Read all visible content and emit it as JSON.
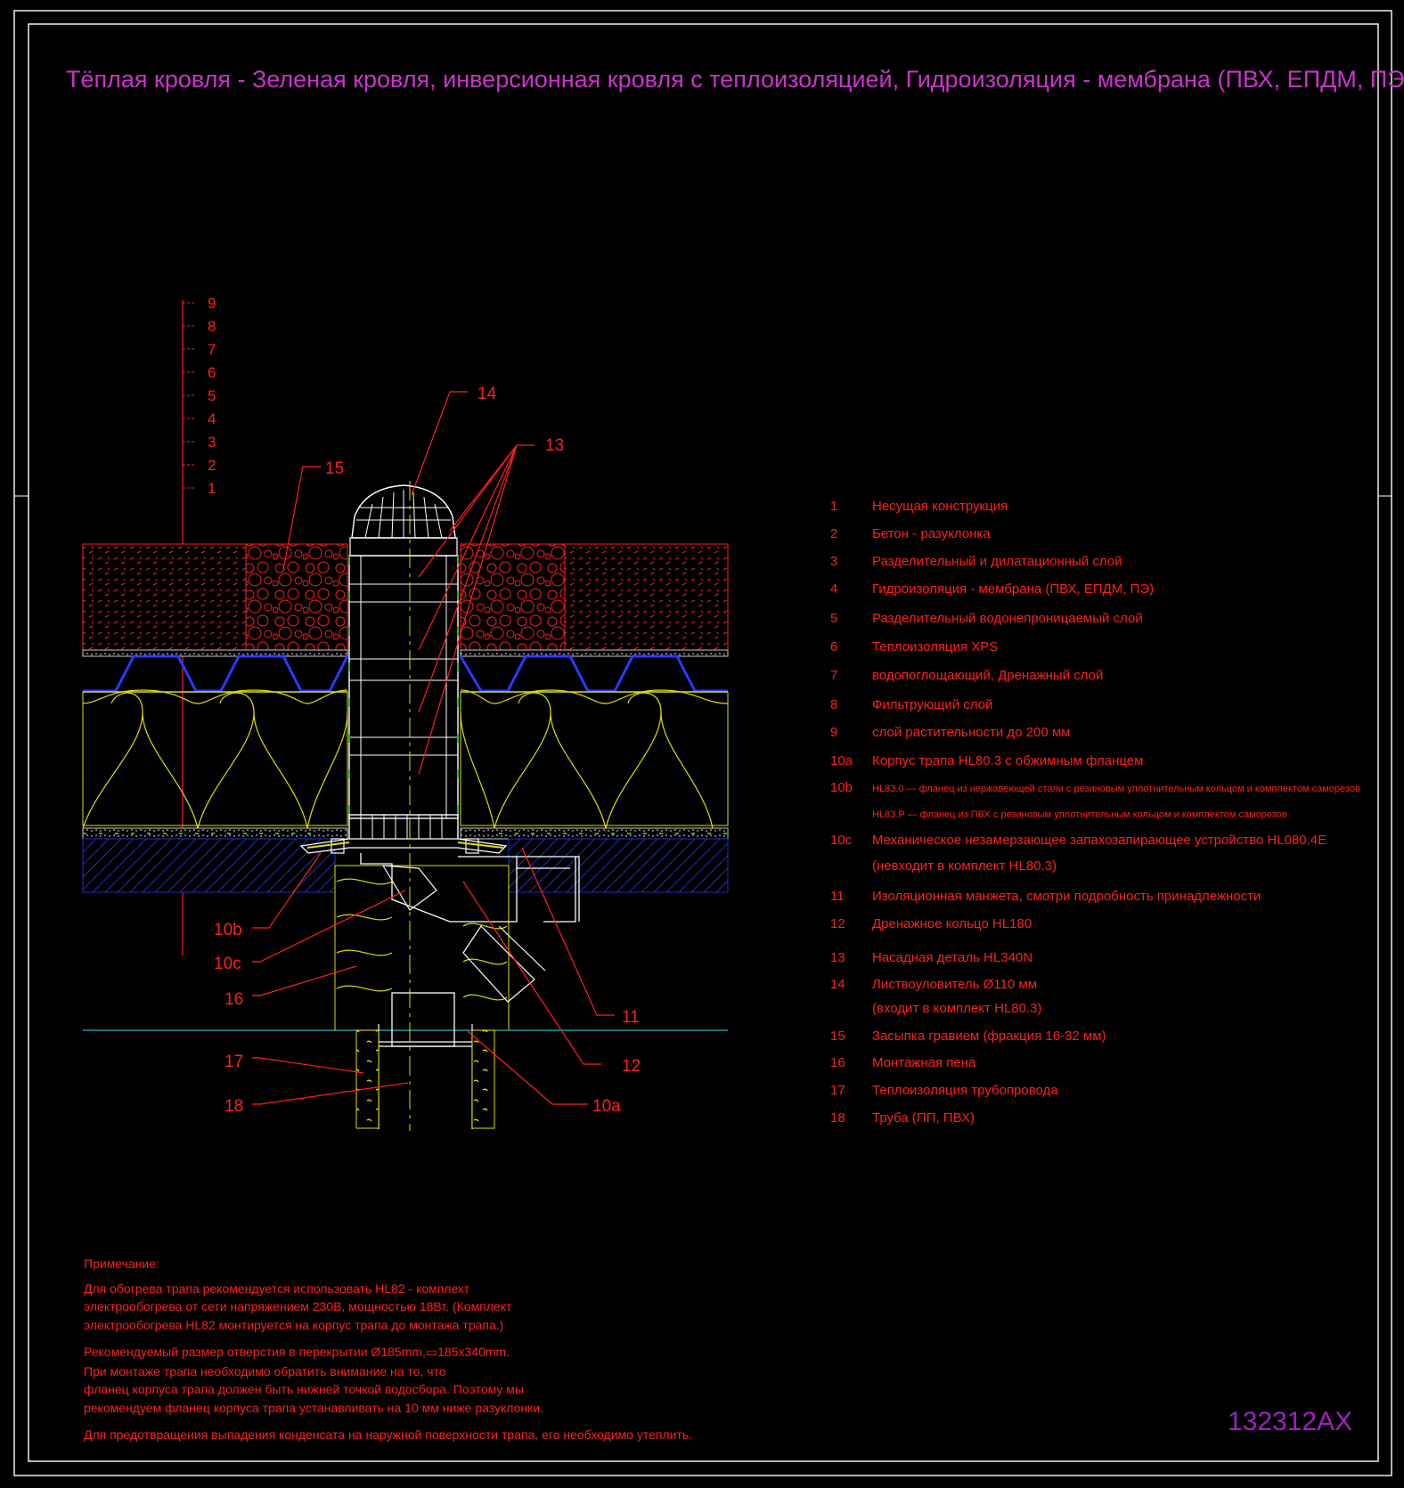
{
  "title": "Тёплая кровля - Зеленая кровля, инверсионная кровля с теплоизоляцией, Гидроизоляция - мембрана (ПВХ, ЕПДМ, ПЭ)",
  "drawing_code": "132312AX",
  "layer_scale": [
    "9",
    "8",
    "7",
    "6",
    "5",
    "4",
    "3",
    "2",
    "1"
  ],
  "callouts": {
    "c14": "14",
    "c13": "13",
    "c15": "15",
    "c10b": "10b",
    "c10c": "10c",
    "c16": "16",
    "c17": "17",
    "c18": "18",
    "c11": "11",
    "c12": "12",
    "c10a": "10a"
  },
  "legend": [
    {
      "no": "1",
      "text": "Несущая конструкция"
    },
    {
      "no": "2",
      "text": "Бетон - разуклонка"
    },
    {
      "no": "3",
      "text": "Разделительный и дилатационный слой"
    },
    {
      "no": "4",
      "text": "Гидроизоляция - мембрана (ПВХ, ЕПДМ, ПЭ)"
    },
    {
      "no": "5",
      "text": "Разделительный водонепроницаемый слой"
    },
    {
      "no": "6",
      "text": "Теплоизоляция XPS"
    },
    {
      "no": "7",
      "text": "водопоглощающий, Дренажный слой"
    },
    {
      "no": "8",
      "text": "Фильтрующий слой"
    },
    {
      "no": "9",
      "text": "слой растительности до 200 мм"
    },
    {
      "no": "10a",
      "text": "Корпус трапа HL80.3 с обжимным фланцем"
    },
    {
      "no": "10b",
      "text": "HL83.0 — фланец из нержавеющей стали с резиновым уплотнительным кольцом и комплектом саморезов"
    },
    {
      "no": "",
      "text": "HL83.P — фланец из ПВХ с резиновым уплотнительным кольцом и комплектом саморезов"
    },
    {
      "no": "10c",
      "text": "Механическое незамерзающее запахозапирающее устройство HL080.4E"
    },
    {
      "no": "",
      "text": "(невходит в комплект HL80.3)"
    },
    {
      "no": "11",
      "text": "Изоляционная  манжета, смотри подробность принадлежности"
    },
    {
      "no": "12",
      "text": "Дренажное кольцо HL180"
    },
    {
      "no": "13",
      "text": "Насадная деталь HL340N"
    },
    {
      "no": "14",
      "text": "Листвоуловитель Ø110 мм"
    },
    {
      "no": "",
      "text": "(входит в комплект HL80.3)"
    },
    {
      "no": "15",
      "text": "Засыпка гравием (фракция 16-32 мм)"
    },
    {
      "no": "16",
      "text": "Монтажная пена"
    },
    {
      "no": "17",
      "text": "Теплоизоляция трубопровода"
    },
    {
      "no": "18",
      "text": "Труба (ПП, ПВХ)"
    }
  ],
  "notes": [
    "Примечание:",
    "Для обогрева трапа рекомендуется использовать HL82 - комплект",
    "электрообогрева от сети напряжением 230В, мощностью 18Вт. (Комплект",
    "электрообогрева HL82 монтируется на корпус трапа до монтажа трапа.)",
    "Рекомендуемый размер отверстия в перекрытии Ø185mm,▭185x340mm.",
    "При монтаже трапа необходимо обратить внимание на то, что",
    "фланец корпуса трапа должен быть нижней точкой водосбора. Поэтому мы",
    "рекомендуем фланец корпуса трапа устанавливать на 10 мм ниже разуклонки.",
    "Для предотвращения выпадения конденсата на наружной поверхности трапа, его необходимо утеплить."
  ],
  "colors": {
    "background": "#000000",
    "frame": "#ffffff",
    "annotation": "#ff2020",
    "title": "#cc33cc"
  }
}
